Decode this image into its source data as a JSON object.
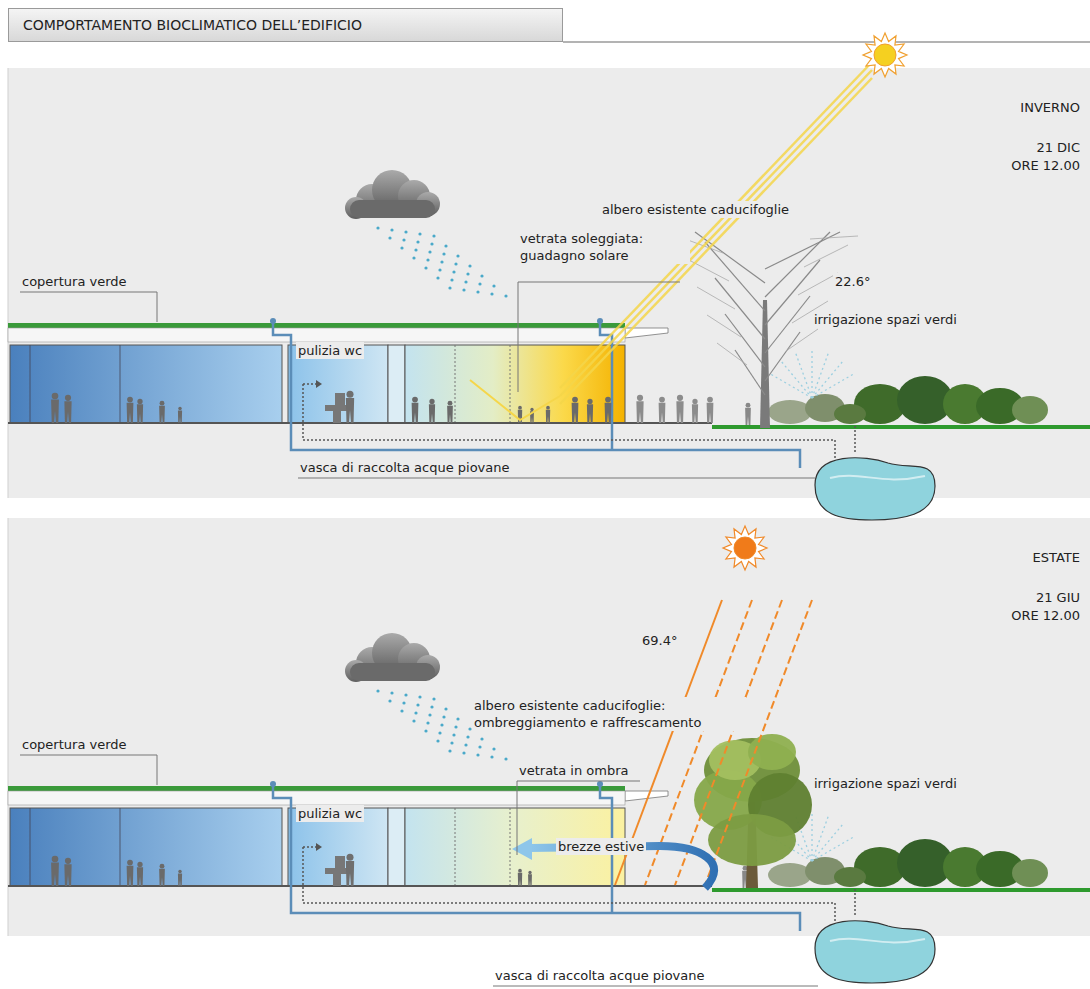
{
  "diagram": {
    "title": "COMPORTAMENTO BIOCLIMATICO DELL’EDIFICIO",
    "nodes": [
      {
        "text": [
          "INVERNO",
          "21 DIC",
          "ORE 12.00"
        ]
      },
      {
        "text": [
          "ESTATE",
          "21 GIU",
          "ORE 12.00"
        ]
      }
    ],
    "labels": [
      "copertura verde",
      "pulizia wc",
      "vetrata soleggiata: guadagno solare",
      "albero esistente caducifoglie",
      "22.6°",
      "irrigazione spazi verdi",
      "vasca di raccolta acque piovane",
      "copertura verde",
      "pulizia wc",
      "vetrata in ombra",
      "albero esistente caducifoglie: ombreggiamento e raffrescamento",
      "69.4°",
      "brezze estive",
      "irrigazione spazi verdi",
      "vasca di raccolta acque piovane"
    ]
  }
}
